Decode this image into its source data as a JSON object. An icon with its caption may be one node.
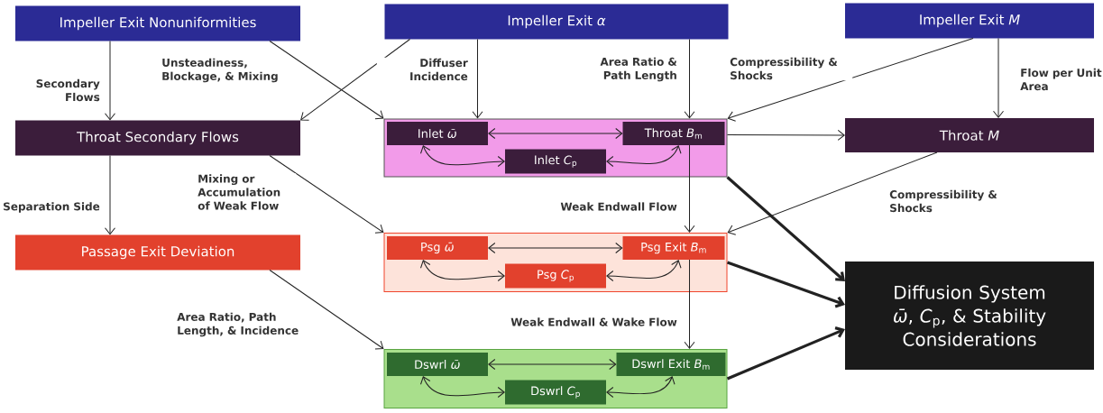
{
  "diagram": {
    "nodes": [
      {
        "text": [
          "Impeller Exit Nonuniformities"
        ]
      },
      {
        "text": [
          "Impeller Exit *α*"
        ]
      },
      {
        "text": [
          "Impeller Exit *M*"
        ]
      },
      {
        "text": [
          "Throat Secondary Flows"
        ]
      },
      {
        "text": [],
        "shape": "box"
      },
      {
        "text": [
          "Inlet *ω̄*"
        ],
        "in": 4
      },
      {
        "text": [
          "Throat *B*$_{m}$"
        ],
        "in": 4
      },
      {
        "text": [
          "Inlet *C*$_{p}$"
        ],
        "in": 4
      },
      {
        "text": [
          "Throat *M*"
        ]
      },
      {
        "text": [
          "Passage Exit Deviation"
        ]
      },
      {
        "text": [],
        "shape": "box"
      },
      {
        "text": [
          "Psg *ω̄*"
        ],
        "in": 10
      },
      {
        "text": [
          "Psg Exit *B*$_{m}$"
        ],
        "in": 10
      },
      {
        "text": [
          "Psg *C*$_{p}$"
        ],
        "in": 10
      },
      {
        "text": [
          "Diffusion System *ω̄*, *C*$_{p}$, & Stability Considerations"
        ]
      },
      {
        "text": [],
        "shape": "box"
      },
      {
        "text": [
          "Dswrl *ω̄*"
        ],
        "in": 15
      },
      {
        "text": [
          "Dswrl Exit *B*$_{m}$"
        ],
        "in": 15
      },
      {
        "text": [
          "Dswrl *C*$_{p}$"
        ],
        "in": 15
      }
    ],
    "edges": [
      {
        "from": 0,
        "to": 3,
        "arrow": "to",
        "label": "Secondary Flows"
      },
      {
        "from": 0,
        "to": 4,
        "arrow": "to",
        "label": "Unsteadiness, Blockage, & Mixing"
      },
      {
        "from": 1,
        "to": 3,
        "arrow": "to"
      },
      {
        "from": 1,
        "to": 4,
        "arrow": "to",
        "label": "Diffuser Incidence"
      },
      {
        "from": 1,
        "to": 4,
        "arrow": "to",
        "label": "Area Ratio & Path Length"
      },
      {
        "from": 2,
        "to": 4,
        "arrow": "to",
        "label": "Compressibility & Shocks"
      },
      {
        "from": 2,
        "to": 8,
        "arrow": "to",
        "label": "Flow per Unit Area"
      },
      {
        "from": 4,
        "to": 8,
        "arrow": "to"
      },
      {
        "from": 3,
        "to": 9,
        "arrow": "to",
        "label": "Separation Side"
      },
      {
        "from": 3,
        "to": 10,
        "arrow": "to",
        "label": "Mixing or Accumulation of Weak Flow"
      },
      {
        "from": 6,
        "to": 10,
        "arrow": "to",
        "label": "Weak Endwall Flow"
      },
      {
        "from": 8,
        "to": 10,
        "arrow": "to",
        "label": "Compressibility & Shocks"
      },
      {
        "from": 9,
        "to": 15,
        "arrow": "to",
        "label": "Area Ratio, Path Length, & Incidence"
      },
      {
        "from": 12,
        "to": 15,
        "arrow": "to",
        "label": "Weak Endwall & Wake Flow"
      },
      {
        "from": 4,
        "to": 14,
        "arrow": "to",
        "style": "thick"
      },
      {
        "from": 10,
        "to": 14,
        "arrow": "to",
        "style": "thick"
      },
      {
        "from": 15,
        "to": 14,
        "arrow": "to",
        "style": "thick"
      },
      {
        "from": 5,
        "to": 6,
        "arrow": "both"
      },
      {
        "from": 5,
        "to": 7,
        "arrow": "both"
      },
      {
        "from": 7,
        "to": 6,
        "arrow": "both"
      },
      {
        "from": 11,
        "to": 12,
        "arrow": "both"
      },
      {
        "from": 11,
        "to": 13,
        "arrow": "both"
      },
      {
        "from": 13,
        "to": 12,
        "arrow": "both"
      },
      {
        "from": 16,
        "to": 17,
        "arrow": "both"
      },
      {
        "from": 16,
        "to": 18,
        "arrow": "both"
      },
      {
        "from": 18,
        "to": 17,
        "arrow": "both"
      }
    ]
  }
}
